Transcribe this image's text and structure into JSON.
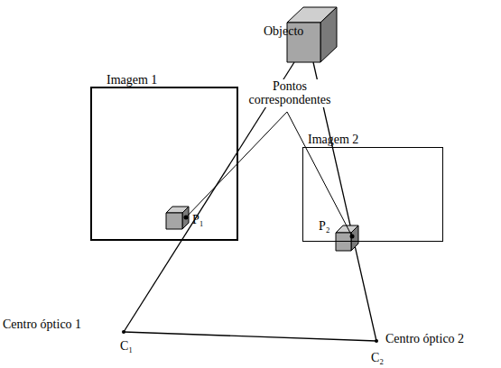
{
  "diagram": {
    "nodes": [
      {
        "text": [
          "Imagem 1"
        ]
      },
      {
        "text": [
          "Imagem 2"
        ]
      }
    ],
    "labels": [
      "Objecto",
      "Pontos correspondentes",
      "P₁",
      "P₂",
      "Centro óptico 1",
      "C₁",
      "Centro óptico 2",
      "C₂"
    ]
  }
}
